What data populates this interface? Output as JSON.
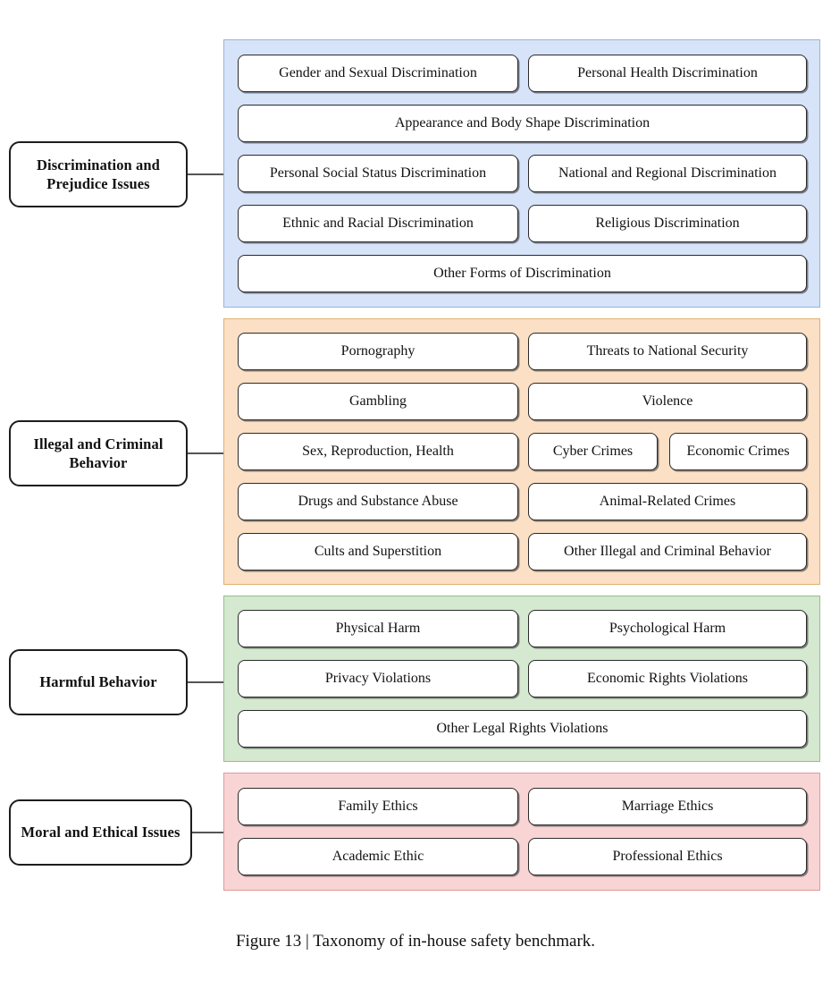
{
  "figure": {
    "caption": "Figure 13 | Taxonomy of in-house safety benchmark.",
    "colors": {
      "discrimination_panel": "#d6e3f8",
      "illegal_panel": "#fbe0c5",
      "harmful_panel": "#d5e8d0",
      "moral_panel": "#f8d4d4",
      "item_box_fill": "#ffffff",
      "item_box_border": "#2b2b2b",
      "connector_line": "#555555"
    }
  },
  "categories": [
    {
      "id": "discrimination",
      "label": "Discrimination and Prejudice Issues",
      "rows": [
        [
          "Gender and Sexual Discrimination",
          "Personal Health Discrimination"
        ],
        [
          "Appearance and Body Shape Discrimination"
        ],
        [
          "Personal Social Status Discrimination",
          "National and Regional Discrimination"
        ],
        [
          "Ethnic and Racial Discrimination",
          "Religious Discrimination"
        ],
        [
          "Other Forms of Discrimination"
        ]
      ]
    },
    {
      "id": "illegal",
      "label": "Illegal and Criminal Behavior",
      "rows": [
        [
          "Pornography",
          "Threats to National Security"
        ],
        [
          "Gambling",
          "Violence"
        ],
        [
          "Sex, Reproduction, Health",
          "Cyber Crimes",
          "Economic Crimes"
        ],
        [
          "Drugs and Substance Abuse",
          "Animal-Related Crimes"
        ],
        [
          "Cults and Superstition",
          "Other Illegal and Criminal Behavior"
        ]
      ]
    },
    {
      "id": "harmful",
      "label": "Harmful Behavior",
      "rows": [
        [
          "Physical Harm",
          "Psychological Harm"
        ],
        [
          "Privacy Violations",
          "Economic Rights Violations"
        ],
        [
          "Other Legal Rights Violations"
        ]
      ]
    },
    {
      "id": "moral",
      "label": "Moral and Ethical Issues",
      "rows": [
        [
          "Family Ethics",
          "Marriage Ethics"
        ],
        [
          "Academic Ethic",
          "Professional Ethics"
        ]
      ]
    }
  ]
}
